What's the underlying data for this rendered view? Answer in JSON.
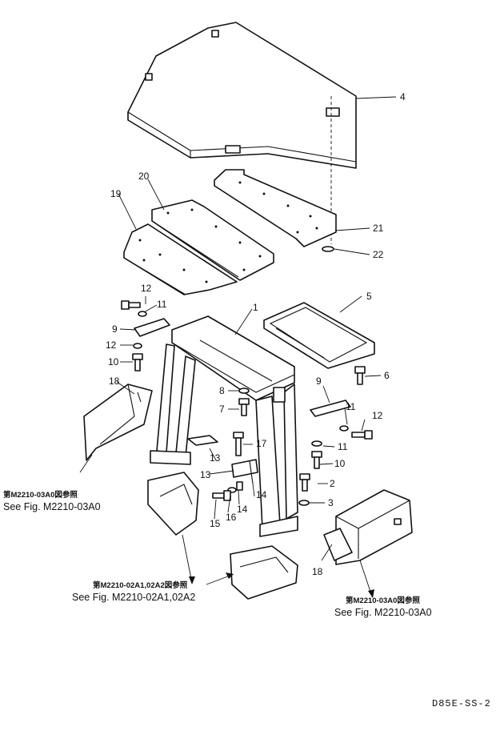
{
  "callouts": [
    {
      "n": "1"
    },
    {
      "n": "2"
    },
    {
      "n": "3"
    },
    {
      "n": "4"
    },
    {
      "n": "5"
    },
    {
      "n": "6"
    },
    {
      "n": "7"
    },
    {
      "n": "8"
    },
    {
      "n": "9"
    },
    {
      "n": "9"
    },
    {
      "n": "10"
    },
    {
      "n": "10"
    },
    {
      "n": "11"
    },
    {
      "n": "11"
    },
    {
      "n": "11"
    },
    {
      "n": "12"
    },
    {
      "n": "12"
    },
    {
      "n": "12"
    },
    {
      "n": "13"
    },
    {
      "n": "13"
    },
    {
      "n": "14"
    },
    {
      "n": "14"
    },
    {
      "n": "15"
    },
    {
      "n": "16"
    },
    {
      "n": "17"
    },
    {
      "n": "18"
    },
    {
      "n": "18"
    },
    {
      "n": "19"
    },
    {
      "n": "20"
    },
    {
      "n": "21"
    },
    {
      "n": "22"
    }
  ],
  "references": {
    "left": {
      "jp": "第M2210-03A0図参照",
      "en": "See Fig. M2210-03A0"
    },
    "center": {
      "jp": "第M2210-02A1,02A2図参照",
      "en": "See Fig. M2210-02A1,02A2"
    },
    "right": {
      "jp": "第M2210-03A0図参照",
      "en": "See Fig. M2210-03A0"
    }
  },
  "drawing_code": "D85E-SS-2"
}
